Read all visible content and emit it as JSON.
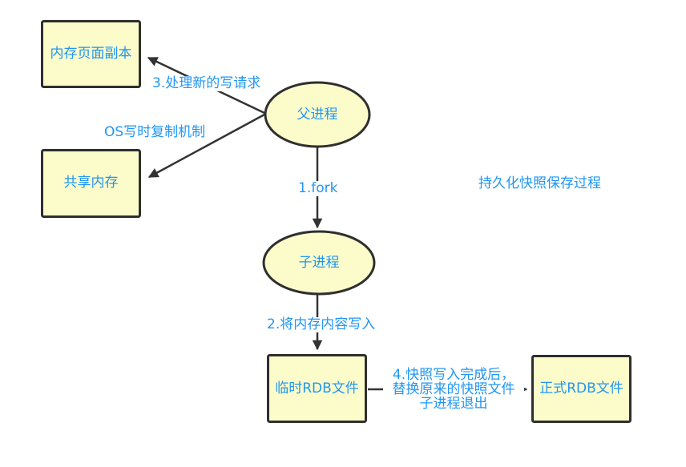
{
  "diagram": {
    "title": "持久化快照保存过程",
    "type": "flowchart",
    "colors": {
      "background": "#FFFFFF",
      "node_fill": "#FCFCCB",
      "node_border": "#2F2F2F",
      "label_text": "#2196F3",
      "arrow": "#333333"
    },
    "nodes": [
      {
        "id": "mem-copy",
        "shape": "rect",
        "label": "内存页面副本"
      },
      {
        "id": "shared-mem",
        "shape": "rect",
        "label": "共享内存"
      },
      {
        "id": "parent",
        "shape": "ellipse",
        "label": "父进程"
      },
      {
        "id": "child",
        "shape": "ellipse",
        "label": "子进程"
      },
      {
        "id": "temp-rdb",
        "shape": "rect",
        "label": "临时RDB文件"
      },
      {
        "id": "final-rdb",
        "shape": "rect",
        "label": "正式RDB文件"
      }
    ],
    "edges": [
      {
        "from": "parent",
        "to": "mem-copy",
        "label": "3.处理新的写请求"
      },
      {
        "from": "parent",
        "to": "shared-mem",
        "label": "OS写时复制机制"
      },
      {
        "from": "parent",
        "to": "child",
        "label": "1.fork"
      },
      {
        "from": "child",
        "to": "temp-rdb",
        "label": "2.将内存内容写入"
      },
      {
        "from": "temp-rdb",
        "to": "final-rdb",
        "label": "4.快照写入完成后，\n替换原来的快照文件\n子进程退出"
      }
    ]
  }
}
